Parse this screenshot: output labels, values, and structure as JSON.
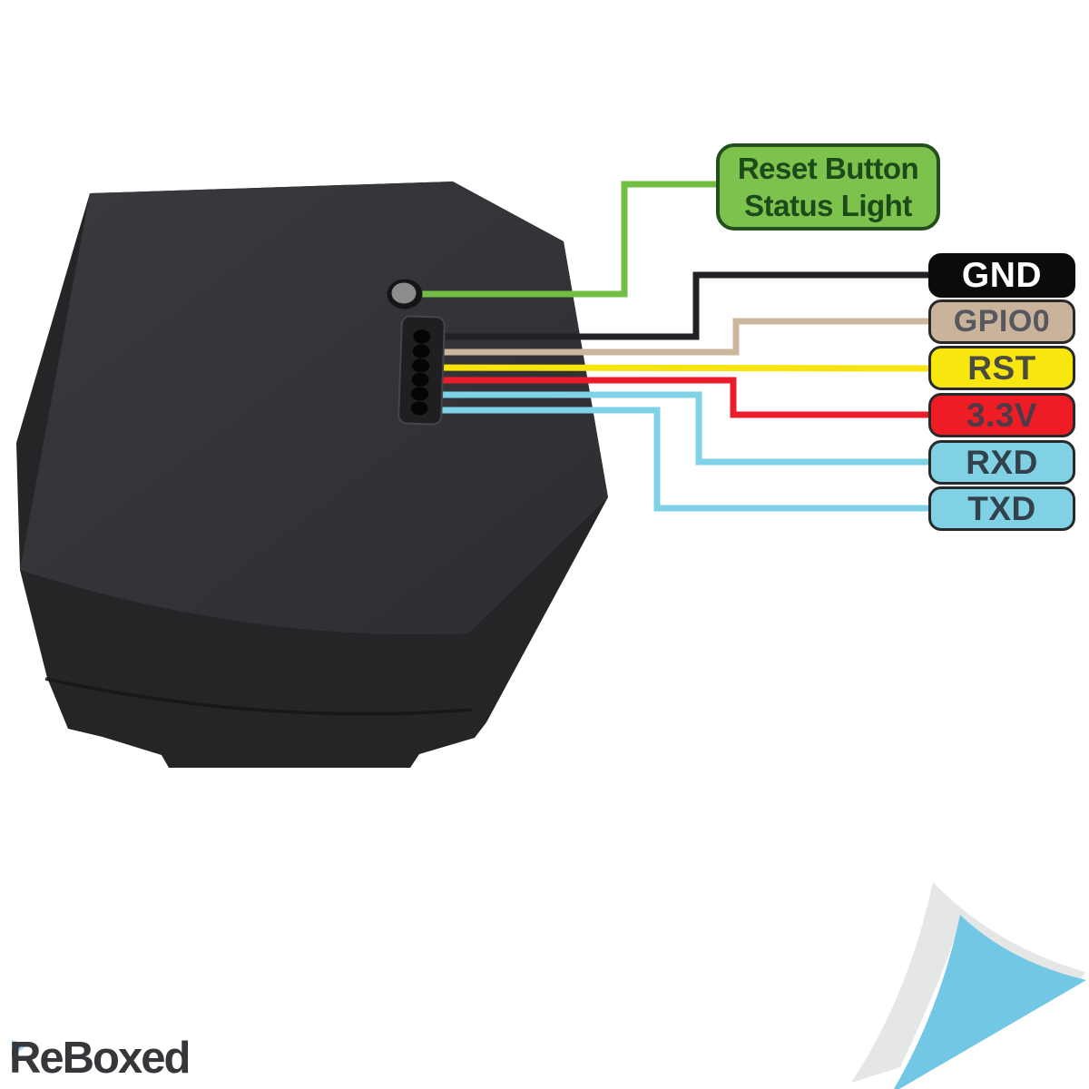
{
  "page": {
    "background": "#ffffff",
    "description": "Pinout wiring diagram of a black flush-mount smart relay module"
  },
  "annotation_label": {
    "line1": "Reset Button",
    "line2": "Status Light",
    "bg_color": "#7dc24c",
    "border_color": "#234e1e",
    "text_color": "#1d4a1a",
    "wire_color": "#72bf44"
  },
  "pins": [
    {
      "label": "GND",
      "bg": "#0b0b0d",
      "text_color": "#ffffff",
      "wire_color": "#232026"
    },
    {
      "label": "GPIO0",
      "bg": "#c9b49b",
      "text_color": "#57575f",
      "wire_color": "#ccb69e"
    },
    {
      "label": "RST",
      "bg": "#f8e70e",
      "text_color": "#4b4b44",
      "wire_color": "#f6e40b"
    },
    {
      "label": "3.3V",
      "bg": "#ee1c25",
      "text_color": "#4e3a46",
      "wire_color": "#eb1d2a"
    },
    {
      "label": "RXD",
      "bg": "#7fd1e3",
      "text_color": "#32414b",
      "wire_color": "#7ed1e6"
    },
    {
      "label": "TXD",
      "bg": "#7fd1e3",
      "text_color": "#32414b",
      "wire_color": "#7ed1e6"
    }
  ],
  "device": {
    "body_color": "#343336",
    "front_band_color": "#252427",
    "connector_holes": 6,
    "button_color": "#8c8c8c"
  },
  "branding": {
    "logo_text": "ReBoxed",
    "logo_color": "#37373b",
    "accent_light_blue": "#a9d8ef",
    "accent_dark_blue": "#31618e",
    "page_curl_gray": "#e5e7e7",
    "page_curl_blue": "#72c8e4"
  }
}
